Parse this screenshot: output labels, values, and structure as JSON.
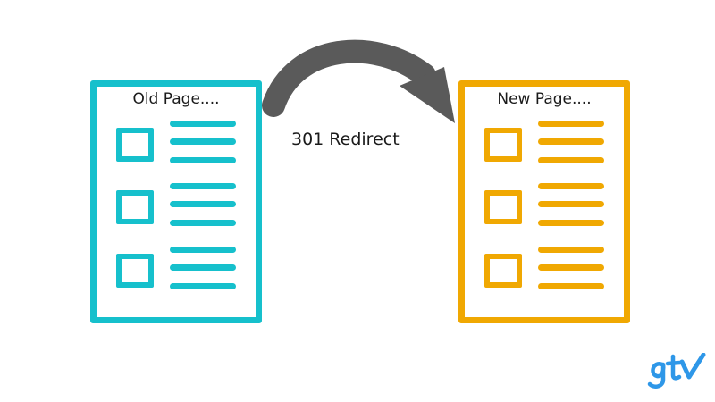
{
  "diagram": {
    "old_page": {
      "title": "Old Page...."
    },
    "new_page": {
      "title": "New Page...."
    },
    "arrow_label": "301 Redirect"
  },
  "logo": {
    "text": "gtv"
  },
  "colors": {
    "old_page": "#16C0CC",
    "new_page": "#F0A802",
    "arrow": "#5A5A5A",
    "logo": "#2E97E8"
  }
}
